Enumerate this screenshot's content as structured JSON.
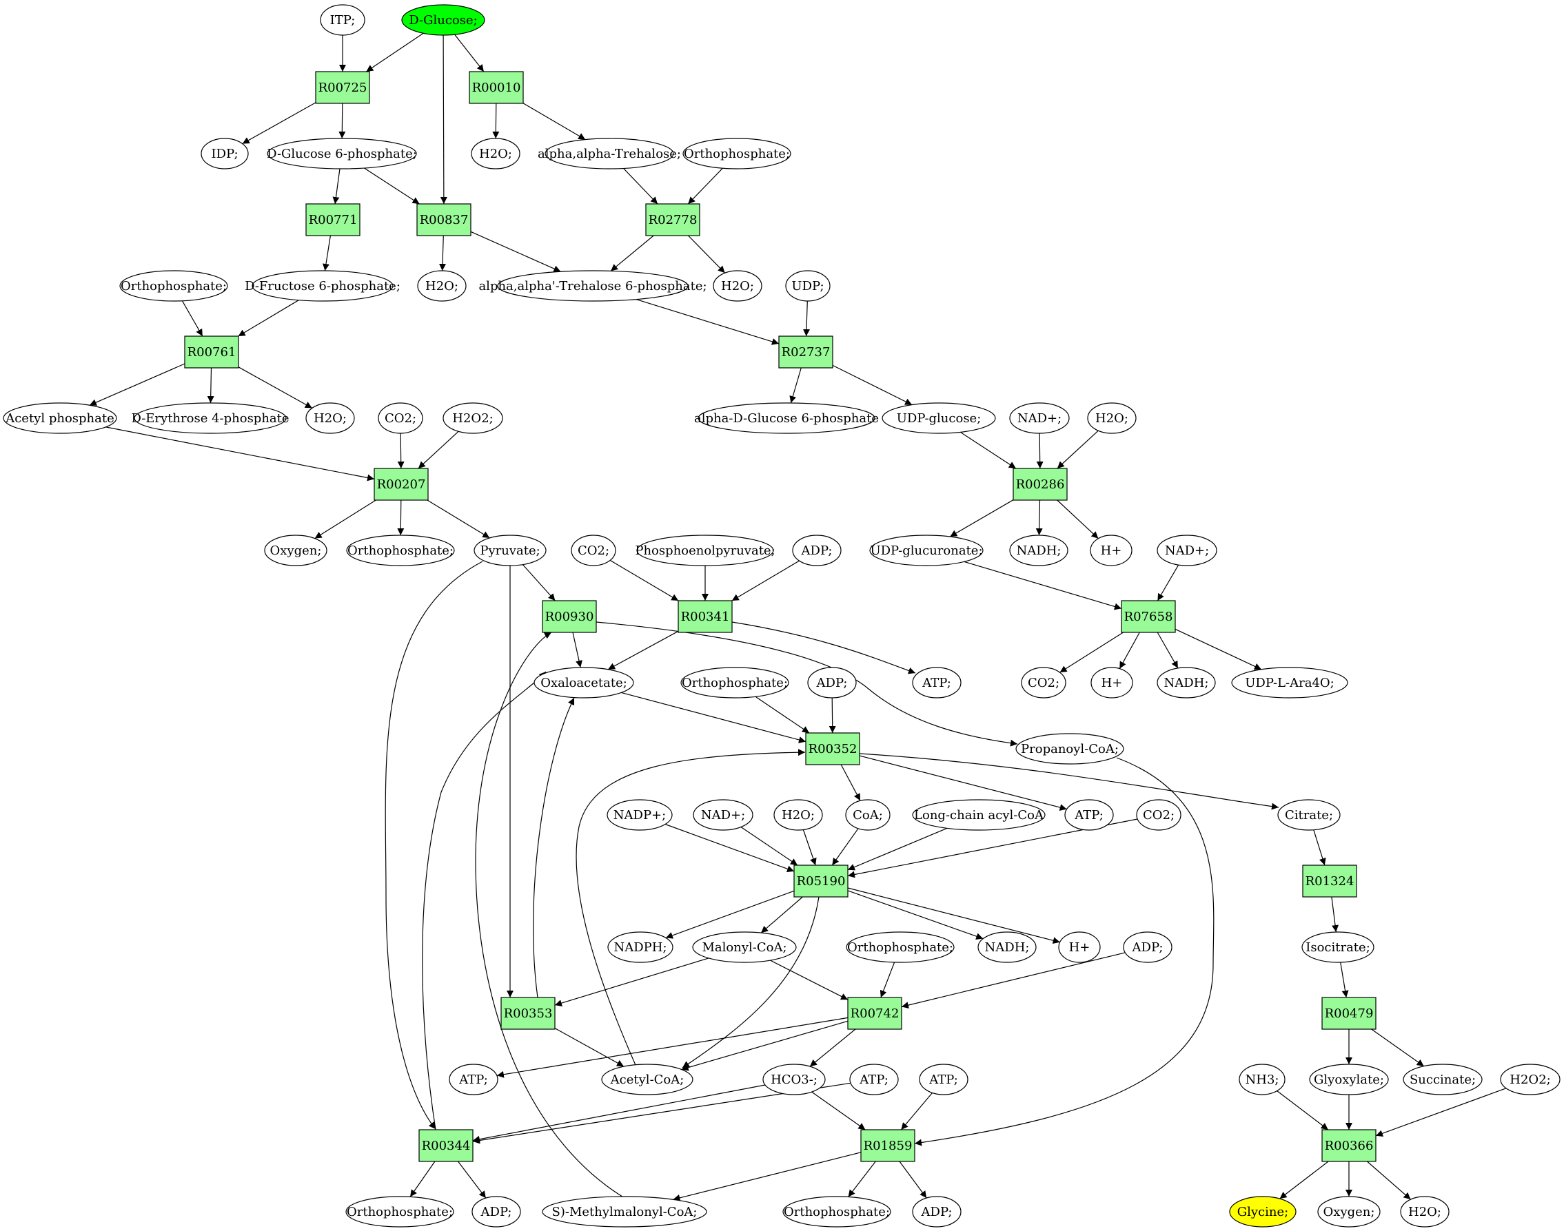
{
  "nodes": [
    {
      "id": "itp",
      "label": "ITP;",
      "kind": "metabolite"
    },
    {
      "id": "dglucose",
      "label": "D-Glucose;",
      "kind": "start"
    },
    {
      "id": "R00725",
      "label": "R00725",
      "kind": "reaction"
    },
    {
      "id": "R00010",
      "label": "R00010",
      "kind": "reaction"
    },
    {
      "id": "idp",
      "label": "IDP;",
      "kind": "metabolite"
    },
    {
      "id": "g6p",
      "label": "D-Glucose 6-phosphate;",
      "kind": "metabolite"
    },
    {
      "id": "h2o_1",
      "label": "H2O;",
      "kind": "metabolite"
    },
    {
      "id": "trehalose",
      "label": "alpha,alpha-Trehalose;",
      "kind": "metabolite"
    },
    {
      "id": "orthophosphate_1",
      "label": "Orthophosphate;",
      "kind": "metabolite"
    },
    {
      "id": "R00771",
      "label": "R00771",
      "kind": "reaction"
    },
    {
      "id": "R00837",
      "label": "R00837",
      "kind": "reaction"
    },
    {
      "id": "R02778",
      "label": "R02778",
      "kind": "reaction"
    },
    {
      "id": "orthophosphate_2",
      "label": "Orthophosphate;",
      "kind": "metabolite"
    },
    {
      "id": "f6p",
      "label": "D-Fructose 6-phosphate;",
      "kind": "metabolite"
    },
    {
      "id": "h2o_2",
      "label": "H2O;",
      "kind": "metabolite"
    },
    {
      "id": "t6p",
      "label": "alpha,alpha'-Trehalose 6-phosphate;",
      "kind": "metabolite"
    },
    {
      "id": "h2o_3",
      "label": "H2O;",
      "kind": "metabolite"
    },
    {
      "id": "udp",
      "label": "UDP;",
      "kind": "metabolite"
    },
    {
      "id": "R00761",
      "label": "R00761",
      "kind": "reaction"
    },
    {
      "id": "R02737",
      "label": "R02737",
      "kind": "reaction"
    },
    {
      "id": "acetylphosphate",
      "label": "Acetyl phosphate",
      "kind": "metabolite"
    },
    {
      "id": "e4p",
      "label": "D-Erythrose 4-phosphate",
      "kind": "metabolite"
    },
    {
      "id": "h2o_4",
      "label": "H2O;",
      "kind": "metabolite"
    },
    {
      "id": "co2_1",
      "label": "CO2;",
      "kind": "metabolite"
    },
    {
      "id": "h2o2_1",
      "label": "H2O2;",
      "kind": "metabolite"
    },
    {
      "id": "adg6p",
      "label": "alpha-D-Glucose 6-phosphate",
      "kind": "metabolite"
    },
    {
      "id": "udpglucose",
      "label": "UDP-glucose;",
      "kind": "metabolite"
    },
    {
      "id": "nadp_1",
      "label": "NAD+;",
      "kind": "metabolite"
    },
    {
      "id": "h2o_5",
      "label": "H2O;",
      "kind": "metabolite"
    },
    {
      "id": "R00207",
      "label": "R00207",
      "kind": "reaction"
    },
    {
      "id": "R00286",
      "label": "R00286",
      "kind": "reaction"
    },
    {
      "id": "oxygen_1",
      "label": "Oxygen;",
      "kind": "metabolite"
    },
    {
      "id": "orthophosphate_3",
      "label": "Orthophosphate;",
      "kind": "metabolite"
    },
    {
      "id": "pyruvate",
      "label": "Pyruvate;",
      "kind": "metabolite"
    },
    {
      "id": "co2_2",
      "label": "CO2;",
      "kind": "metabolite"
    },
    {
      "id": "pep",
      "label": "Phosphoenolpyruvate;",
      "kind": "metabolite"
    },
    {
      "id": "adp_1",
      "label": "ADP;",
      "kind": "metabolite"
    },
    {
      "id": "udpglucuronate",
      "label": "UDP-glucuronate;",
      "kind": "metabolite"
    },
    {
      "id": "nadh_1",
      "label": "NADH;",
      "kind": "metabolite"
    },
    {
      "id": "hplus_1",
      "label": "H+",
      "kind": "metabolite"
    },
    {
      "id": "nadp_2",
      "label": "NAD+;",
      "kind": "metabolite"
    },
    {
      "id": "R00930",
      "label": "R00930",
      "kind": "reaction"
    },
    {
      "id": "R00341",
      "label": "R00341",
      "kind": "reaction"
    },
    {
      "id": "R07658",
      "label": "R07658",
      "kind": "reaction"
    },
    {
      "id": "oxaloacetate",
      "label": "Oxaloacetate;",
      "kind": "metabolite"
    },
    {
      "id": "orthophosphate_4",
      "label": "Orthophosphate;",
      "kind": "metabolite"
    },
    {
      "id": "adp_2",
      "label": "ADP;",
      "kind": "metabolite"
    },
    {
      "id": "atp_1",
      "label": "ATP;",
      "kind": "metabolite"
    },
    {
      "id": "co2_3",
      "label": "CO2;",
      "kind": "metabolite"
    },
    {
      "id": "hplus_2",
      "label": "H+",
      "kind": "metabolite"
    },
    {
      "id": "nadh_2",
      "label": "NADH;",
      "kind": "metabolite"
    },
    {
      "id": "udpara",
      "label": "UDP-L-Ara4O;",
      "kind": "metabolite"
    },
    {
      "id": "R00352",
      "label": "R00352",
      "kind": "reaction"
    },
    {
      "id": "propanoylcoa",
      "label": "Propanoyl-CoA;",
      "kind": "metabolite"
    },
    {
      "id": "nadpplus",
      "label": "NADP+;",
      "kind": "metabolite"
    },
    {
      "id": "nadplus_3",
      "label": "NAD+;",
      "kind": "metabolite"
    },
    {
      "id": "h2o_6",
      "label": "H2O;",
      "kind": "metabolite"
    },
    {
      "id": "coa",
      "label": "CoA;",
      "kind": "metabolite"
    },
    {
      "id": "lcacylcoa",
      "label": "Long-chain acyl-CoA",
      "kind": "metabolite"
    },
    {
      "id": "atp_2",
      "label": "ATP;",
      "kind": "metabolite"
    },
    {
      "id": "co2_4",
      "label": "CO2;",
      "kind": "metabolite"
    },
    {
      "id": "citrate",
      "label": "Citrate;",
      "kind": "metabolite"
    },
    {
      "id": "R05190",
      "label": "R05190",
      "kind": "reaction"
    },
    {
      "id": "R01324",
      "label": "R01324",
      "kind": "reaction"
    },
    {
      "id": "nadph",
      "label": "NADPH;",
      "kind": "metabolite"
    },
    {
      "id": "malonylcoa",
      "label": "Malonyl-CoA;",
      "kind": "metabolite"
    },
    {
      "id": "orthophosphate_5",
      "label": "Orthophosphate;",
      "kind": "metabolite"
    },
    {
      "id": "nadh_3",
      "label": "NADH;",
      "kind": "metabolite"
    },
    {
      "id": "hplus_3",
      "label": "H+",
      "kind": "metabolite"
    },
    {
      "id": "adp_3",
      "label": "ADP;",
      "kind": "metabolite"
    },
    {
      "id": "isocitrate",
      "label": "Isocitrate;",
      "kind": "metabolite"
    },
    {
      "id": "R00353",
      "label": "R00353",
      "kind": "reaction"
    },
    {
      "id": "R00742",
      "label": "R00742",
      "kind": "reaction"
    },
    {
      "id": "R00479",
      "label": "R00479",
      "kind": "reaction"
    },
    {
      "id": "atp_3",
      "label": "ATP;",
      "kind": "metabolite"
    },
    {
      "id": "acetylcoa",
      "label": "Acetyl-CoA;",
      "kind": "metabolite"
    },
    {
      "id": "hco3",
      "label": "HCO3-;",
      "kind": "metabolite"
    },
    {
      "id": "atp_4",
      "label": "ATP;",
      "kind": "metabolite"
    },
    {
      "id": "atp_5",
      "label": "ATP;",
      "kind": "metabolite"
    },
    {
      "id": "nh3",
      "label": "NH3;",
      "kind": "metabolite"
    },
    {
      "id": "glyoxylate",
      "label": "Glyoxylate;",
      "kind": "metabolite"
    },
    {
      "id": "succinate",
      "label": "Succinate;",
      "kind": "metabolite"
    },
    {
      "id": "h2o2_2",
      "label": "H2O2;",
      "kind": "metabolite"
    },
    {
      "id": "R00344",
      "label": "R00344",
      "kind": "reaction"
    },
    {
      "id": "R01859",
      "label": "R01859",
      "kind": "reaction"
    },
    {
      "id": "R00366",
      "label": "R00366",
      "kind": "reaction"
    },
    {
      "id": "orthophosphate_6",
      "label": "Orthophosphate;",
      "kind": "metabolite"
    },
    {
      "id": "adp_4",
      "label": "ADP;",
      "kind": "metabolite"
    },
    {
      "id": "methylmalonylcoa",
      "label": "S)-Methylmalonyl-CoA;",
      "kind": "metabolite"
    },
    {
      "id": "orthophosphate_7",
      "label": "Orthophosphate;",
      "kind": "metabolite"
    },
    {
      "id": "adp_5",
      "label": "ADP;",
      "kind": "metabolite"
    },
    {
      "id": "glycine",
      "label": "Glycine;",
      "kind": "end"
    },
    {
      "id": "oxygen_2",
      "label": "Oxygen;",
      "kind": "metabolite"
    },
    {
      "id": "h2o_7",
      "label": "H2O;",
      "kind": "metabolite"
    }
  ],
  "edges": [
    [
      "itp",
      "R00725"
    ],
    [
      "dglucose",
      "R00725"
    ],
    [
      "dglucose",
      "R00010"
    ],
    [
      "dglucose",
      "R00837"
    ],
    [
      "R00725",
      "idp"
    ],
    [
      "R00725",
      "g6p"
    ],
    [
      "R00010",
      "h2o_1"
    ],
    [
      "R00010",
      "trehalose"
    ],
    [
      "g6p",
      "R00771"
    ],
    [
      "g6p",
      "R00837"
    ],
    [
      "trehalose",
      "R02778"
    ],
    [
      "orthophosphate_1",
      "R02778"
    ],
    [
      "R00771",
      "f6p"
    ],
    [
      "R00837",
      "h2o_2"
    ],
    [
      "R00837",
      "t6p"
    ],
    [
      "R02778",
      "t6p"
    ],
    [
      "R02778",
      "h2o_3"
    ],
    [
      "orthophosphate_2",
      "R00761"
    ],
    [
      "f6p",
      "R00761"
    ],
    [
      "t6p",
      "R02737"
    ],
    [
      "udp",
      "R02737"
    ],
    [
      "R00761",
      "acetylphosphate"
    ],
    [
      "R00761",
      "e4p"
    ],
    [
      "R00761",
      "h2o_4"
    ],
    [
      "R02737",
      "adg6p"
    ],
    [
      "R02737",
      "udpglucose"
    ],
    [
      "acetylphosphate",
      "R00207"
    ],
    [
      "co2_1",
      "R00207"
    ],
    [
      "h2o2_1",
      "R00207"
    ],
    [
      "udpglucose",
      "R00286"
    ],
    [
      "nadp_1",
      "R00286"
    ],
    [
      "h2o_5",
      "R00286"
    ],
    [
      "R00207",
      "oxygen_1"
    ],
    [
      "R00207",
      "orthophosphate_3"
    ],
    [
      "R00207",
      "pyruvate"
    ],
    [
      "R00286",
      "udpglucuronate"
    ],
    [
      "R00286",
      "nadh_1"
    ],
    [
      "R00286",
      "hplus_1"
    ],
    [
      "pyruvate",
      "R00930"
    ],
    [
      "co2_2",
      "R00341"
    ],
    [
      "pep",
      "R00341"
    ],
    [
      "adp_1",
      "R00341"
    ],
    [
      "udpglucuronate",
      "R07658"
    ],
    [
      "nadp_2",
      "R07658"
    ],
    [
      "R00930",
      "oxaloacetate"
    ],
    [
      "R00930",
      "propanoylcoa"
    ],
    [
      "R00341",
      "oxaloacetate"
    ],
    [
      "R00341",
      "atp_1"
    ],
    [
      "R07658",
      "co2_3"
    ],
    [
      "R07658",
      "hplus_2"
    ],
    [
      "R07658",
      "nadh_2"
    ],
    [
      "R07658",
      "udpara"
    ],
    [
      "oxaloacetate",
      "R00352"
    ],
    [
      "orthophosphate_4",
      "R00352"
    ],
    [
      "adp_2",
      "R00352"
    ],
    [
      "R00352",
      "coa"
    ],
    [
      "R00352",
      "atp_2"
    ],
    [
      "R00352",
      "citrate"
    ],
    [
      "nadpplus",
      "R05190"
    ],
    [
      "nadplus_3",
      "R05190"
    ],
    [
      "h2o_6",
      "R05190"
    ],
    [
      "coa",
      "R05190"
    ],
    [
      "lcacylcoa",
      "R05190"
    ],
    [
      "co2_4",
      "R05190"
    ],
    [
      "citrate",
      "R01324"
    ],
    [
      "R05190",
      "nadph"
    ],
    [
      "R05190",
      "malonylcoa"
    ],
    [
      "R05190",
      "nadh_3"
    ],
    [
      "R05190",
      "hplus_3"
    ],
    [
      "R05190",
      "acetylcoa"
    ],
    [
      "R01324",
      "isocitrate"
    ],
    [
      "malonylcoa",
      "R00353"
    ],
    [
      "malonylcoa",
      "R00742"
    ],
    [
      "orthophosphate_5",
      "R00742"
    ],
    [
      "adp_3",
      "R00742"
    ],
    [
      "isocitrate",
      "R00479"
    ],
    [
      "pyruvate",
      "R00353"
    ],
    [
      "R00353",
      "oxaloacetate"
    ],
    [
      "R00353",
      "acetylcoa"
    ],
    [
      "R00742",
      "acetylcoa"
    ],
    [
      "R00742",
      "hco3"
    ],
    [
      "R00742",
      "atp_3"
    ],
    [
      "R00479",
      "glyoxylate"
    ],
    [
      "R00479",
      "succinate"
    ],
    [
      "acetylcoa",
      "R00352"
    ],
    [
      "pyruvate",
      "R00344"
    ],
    [
      "atp_4",
      "R00344"
    ],
    [
      "hco3",
      "R00344"
    ],
    [
      "hco3",
      "R01859"
    ],
    [
      "atp_5",
      "R01859"
    ],
    [
      "propanoylcoa",
      "R01859"
    ],
    [
      "nh3",
      "R00366"
    ],
    [
      "glyoxylate",
      "R00366"
    ],
    [
      "h2o2_2",
      "R00366"
    ],
    [
      "R00344",
      "oxaloacetate"
    ],
    [
      "R00344",
      "orthophosphate_6"
    ],
    [
      "R00344",
      "adp_4"
    ],
    [
      "methylmalonylcoa",
      "R00930"
    ],
    [
      "R01859",
      "methylmalonylcoa"
    ],
    [
      "R01859",
      "orthophosphate_7"
    ],
    [
      "R01859",
      "adp_5"
    ],
    [
      "R00366",
      "glycine"
    ],
    [
      "R00366",
      "oxygen_2"
    ],
    [
      "R00366",
      "h2o_7"
    ]
  ]
}
